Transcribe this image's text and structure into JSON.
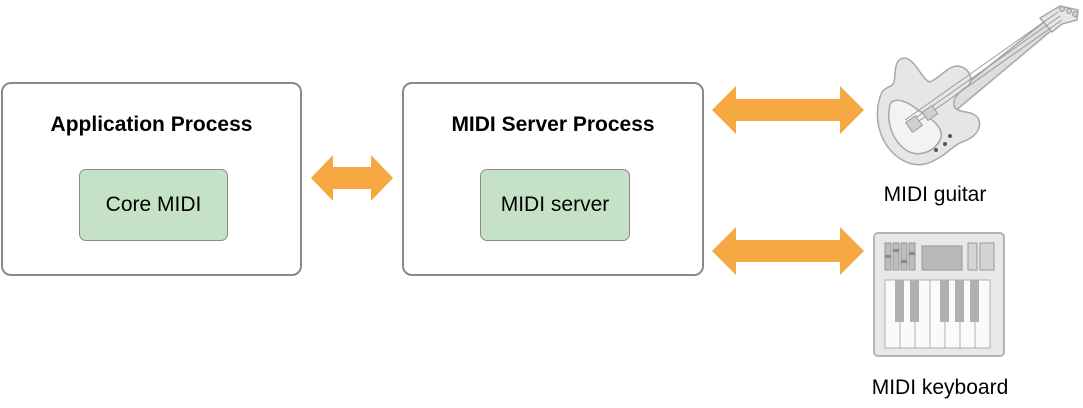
{
  "application_process": {
    "title": "Application Process",
    "component": "Core MIDI"
  },
  "midi_server_process": {
    "title": "MIDI Server Process",
    "component": "MIDI server"
  },
  "devices": {
    "guitar": "MIDI guitar",
    "keyboard": "MIDI keyboard"
  },
  "colors": {
    "arrow": "#f5a742",
    "component_fill": "#c5e2c6",
    "border": "#8a8a8a",
    "device_fill": "#e8e8e8",
    "device_stroke": "#b5b5b5"
  },
  "icons": [
    "electric-guitar-icon",
    "keyboard-synth-icon"
  ]
}
